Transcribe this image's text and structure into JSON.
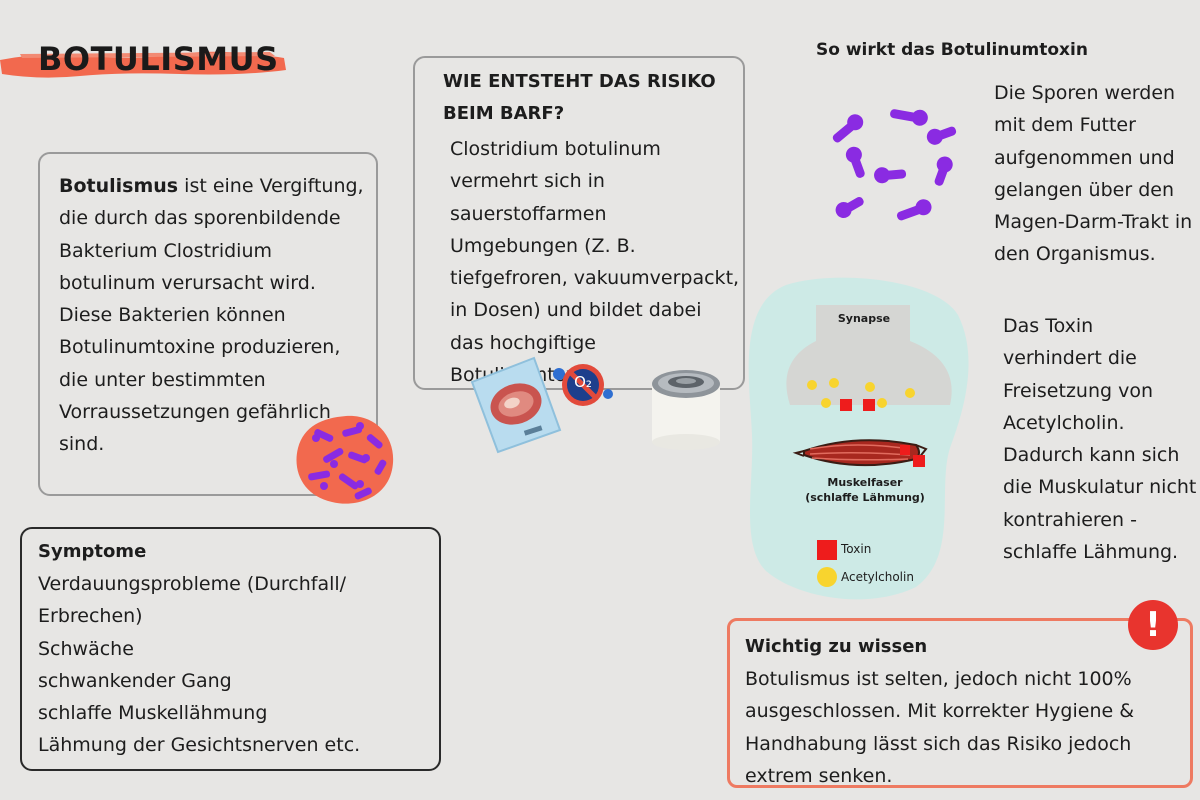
{
  "title": "BOTULISMUS",
  "intro": {
    "bold": "Botulismus",
    "text": " ist eine Vergiftung, die durch das sporenbildende Bakterium Clostridium botulinum verursacht wird. Diese Bakterien können Botulinumtoxine produzieren, die unter bestimmten Vorraussetzungen gefährlich sind."
  },
  "risk": {
    "heading": "WIE ENTSTEHT DAS RISIKO BEIM BARF?",
    "text": "Clostridium botulinum vermehrt sich in sauerstoffarmen Umgebungen (Z. B. tiefgefroren, vakuumverpackt, in Dosen) und bildet dabei das hochgiftige Botulinumtoxin.",
    "o2_label": "O₂"
  },
  "symptoms": {
    "heading": "Symptome",
    "items": [
      "Verdauungsprobleme (Durchfall/ Erbrechen)",
      "Schwäche",
      "schwankender Gang",
      "schlaffe Muskellähmung",
      "Lähmung der Gesichtsnerven etc."
    ]
  },
  "mechanism": {
    "heading": "So wirkt das Botulinumtoxin",
    "spores_text": "Die Sporen werden mit dem Futter aufgenommen und gelangen über den Magen-Darm-Trakt in den Organismus.",
    "toxin_text": "Das Toxin verhindert die Freisetzung von Acetylcholin. Dadurch kann sich die Muskulatur nicht kontrahieren - schlaffe Lähmung.",
    "diagram": {
      "synapse_label": "Synapse",
      "muscle_label_line1": "Muskelfaser",
      "muscle_label_line2": "(schlaffe Lähmung)",
      "legend_toxin": "Toxin",
      "legend_acetylcholin": "Acetylcholin"
    }
  },
  "important": {
    "heading": "Wichtig zu wissen",
    "text": "Botulismus ist selten, jedoch nicht 100% ausgeschlossen. Mit korrekter Hygiene & Handhabung lässt sich das Risiko jedoch extrem senken.",
    "icon_symbol": "!"
  },
  "colors": {
    "accent_orange": "#f2694e",
    "border_orange": "#ee7a61",
    "spore_purple": "#8a2be2",
    "diagram_bg": "#cdeae6",
    "toxin_red": "#ee1c1c",
    "acetylcholin_yellow": "#f8d42e",
    "warning_red": "#e8342e"
  }
}
